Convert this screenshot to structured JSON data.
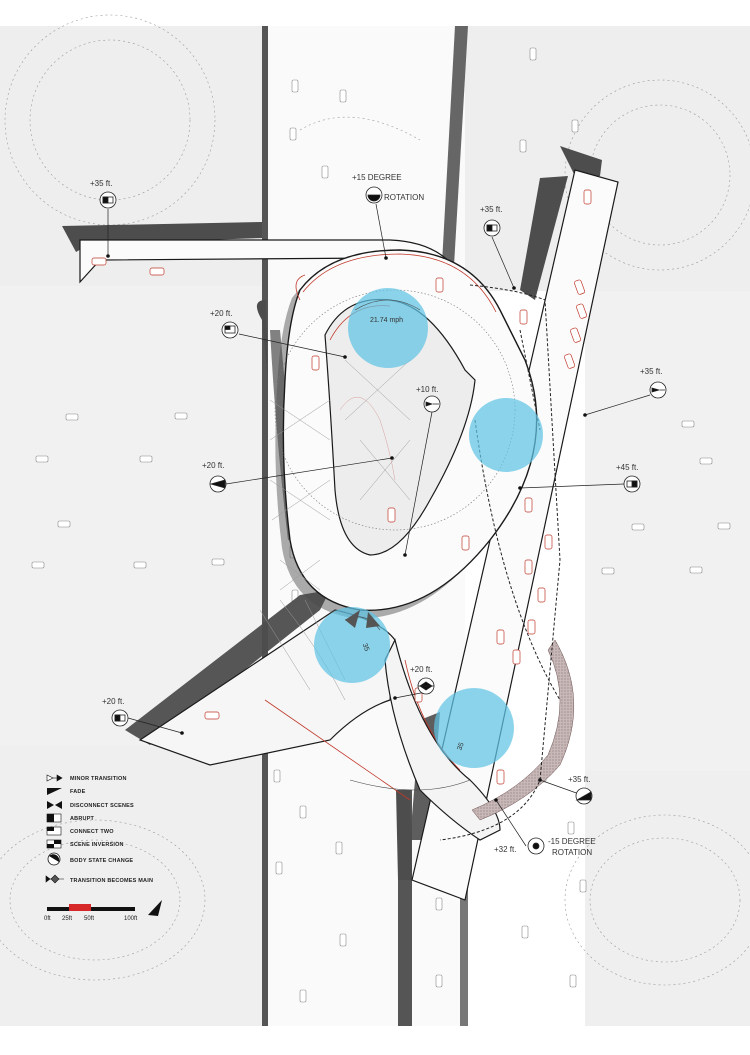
{
  "annotations": [
    {
      "id": "a1",
      "text": "+35 ft."
    },
    {
      "id": "a2",
      "text": "+15 DEGREE",
      "text2": "ROTATION"
    },
    {
      "id": "a3",
      "text": "+35 ft."
    },
    {
      "id": "a4",
      "text": "+20 ft."
    },
    {
      "id": "a5",
      "text": "+10 ft."
    },
    {
      "id": "a6",
      "text": "+35 ft."
    },
    {
      "id": "a7",
      "text": "+20 ft."
    },
    {
      "id": "a8",
      "text": "+45 ft."
    },
    {
      "id": "a9",
      "text": "+20 ft."
    },
    {
      "id": "a10",
      "text": "+20 ft."
    },
    {
      "id": "a11",
      "text": "+35 ft."
    },
    {
      "id": "a12",
      "text": "+32 ft."
    },
    {
      "id": "a13",
      "text": "-15 DEGREE",
      "text2": "ROTATION"
    }
  ],
  "speed_labels": {
    "mph": "21.74  mph",
    "s1": "35",
    "s2": "35"
  },
  "legend": [
    {
      "label": "MINOR TRANSITION",
      "icon": "minor-transition-icon"
    },
    {
      "label": "FADE",
      "icon": "fade-icon"
    },
    {
      "label": "DISCONNECT SCENES",
      "icon": "disconnect-scenes-icon"
    },
    {
      "label": "ABRUPT",
      "icon": "abrupt-icon"
    },
    {
      "label": "CONNECT TWO",
      "icon": "connect-two-icon"
    },
    {
      "label": "SCENE INVERSION",
      "icon": "scene-inversion-icon"
    },
    {
      "label": "BODY STATE CHANGE",
      "icon": "body-state-change-icon"
    },
    {
      "label": "TRANSITION BECOMES MAIN",
      "icon": "transition-becomes-main-icon"
    }
  ],
  "scale": {
    "labels": [
      "0ft",
      "25ft",
      "50ft",
      "100ft"
    ],
    "accent": "#d62828"
  },
  "colors": {
    "bubble": "#5fc3e4",
    "road_edge": "#c0392b",
    "shadow": "#4a4a4a"
  }
}
